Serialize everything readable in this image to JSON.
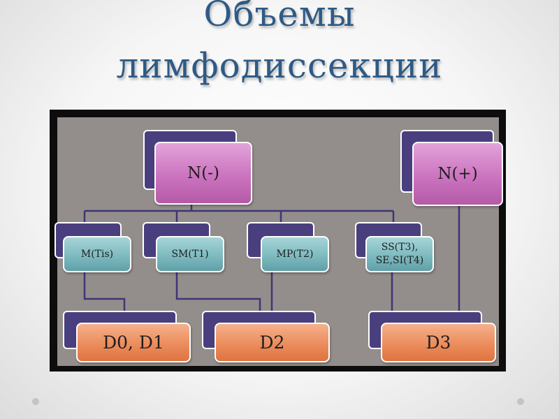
{
  "title": {
    "line1": "Объемы",
    "line2": "лимфодиссекции"
  },
  "nodes": {
    "n_minus": "N(-)",
    "n_plus": "N(+)",
    "m_tis": "M(Tis)",
    "sm_t1": "SM(T1)",
    "mp_t2": "MP(T2)",
    "ss_t3_line1": "SS(T3),",
    "ss_t3_line2": "SE,SI(T4)",
    "d0_d1": "D0, D1",
    "d2": "D2",
    "d3": "D3"
  },
  "colors": {
    "title": "#2e5a86",
    "frame": "#0d0d0d",
    "canvas": "#938e8b",
    "back_box": "#4a3f7e",
    "connector": "#3f3576",
    "n_box": "#cc73bf",
    "t_box": "#7ab8bd",
    "d_box": "#ec8c5c"
  }
}
